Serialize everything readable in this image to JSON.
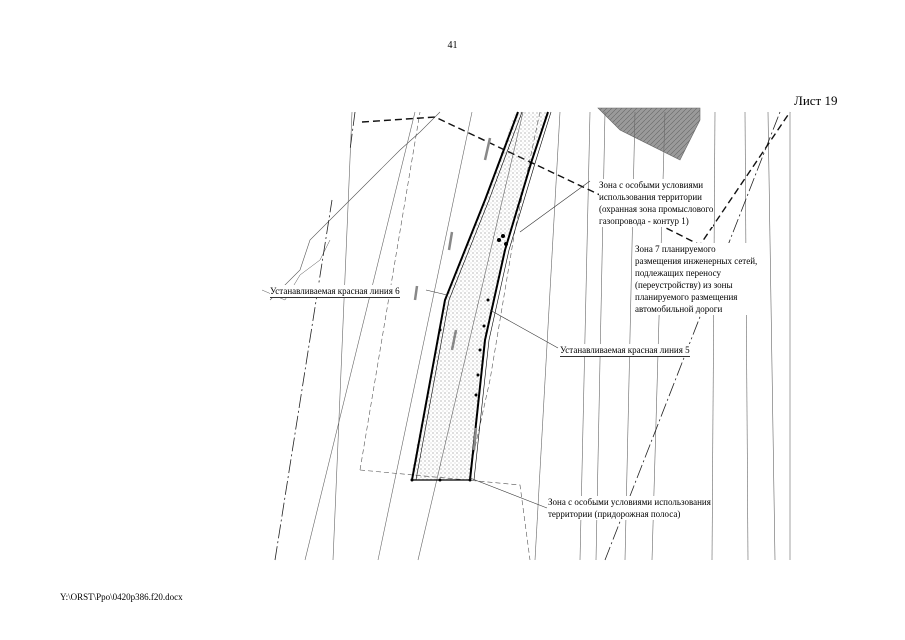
{
  "page_number": "41",
  "sheet_label": "Лист 19",
  "labels": {
    "zone_gas_pipeline": [
      "Зона с особыми условиями",
      "использования территории",
      "(охранная зона промыслового",
      "газопровода - контур 1)"
    ],
    "zone_7": [
      "Зона 7 планируемого",
      "размещения инженерных сетей,",
      "подлежащих переносу",
      "(переустройству) из зоны",
      "планируемого размещения",
      "автомобильной дороги"
    ],
    "red_line_6": "Устанавливаемая красная линия 6",
    "red_line_5": "Устанавливаемая красная линия 5",
    "zone_roadside": [
      "Зона с особыми условиями использования",
      "территории (придорожная полоса)"
    ]
  },
  "file_path": "Y:\\ORST\\Ppo\\0420p386.f20.docx"
}
